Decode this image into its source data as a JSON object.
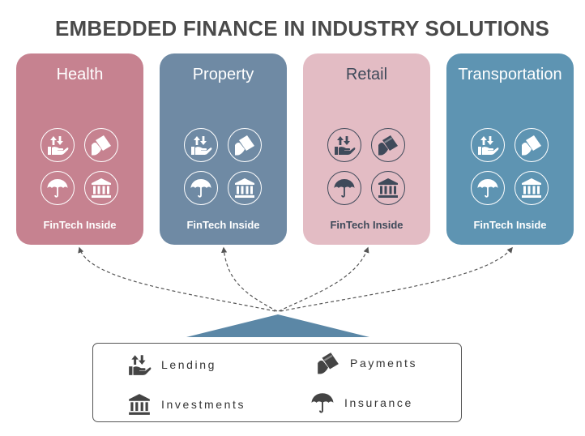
{
  "title": "EMBEDDED FINANCE IN INDUSTRY SOLUTIONS",
  "cards": [
    {
      "label": "Health",
      "footer": "FinTech Inside",
      "color": "#c68290"
    },
    {
      "label": "Property",
      "footer": "FinTech Inside",
      "color": "#6f8aa4"
    },
    {
      "label": "Retail",
      "footer": "FinTech Inside",
      "color": "#e3bcc4"
    },
    {
      "label": "Transportation",
      "footer": "FinTech Inside",
      "color": "#5e94b2"
    }
  ],
  "legend": {
    "lending": "Lending",
    "payments": "Payments",
    "investments": "Investments",
    "insurance": "Insurance"
  },
  "icons": [
    "lending-icon",
    "payments-icon",
    "insurance-icon",
    "investments-icon"
  ],
  "colors": {
    "pyramid": "#5b87a6",
    "text_dark": "#3f4a5a"
  }
}
